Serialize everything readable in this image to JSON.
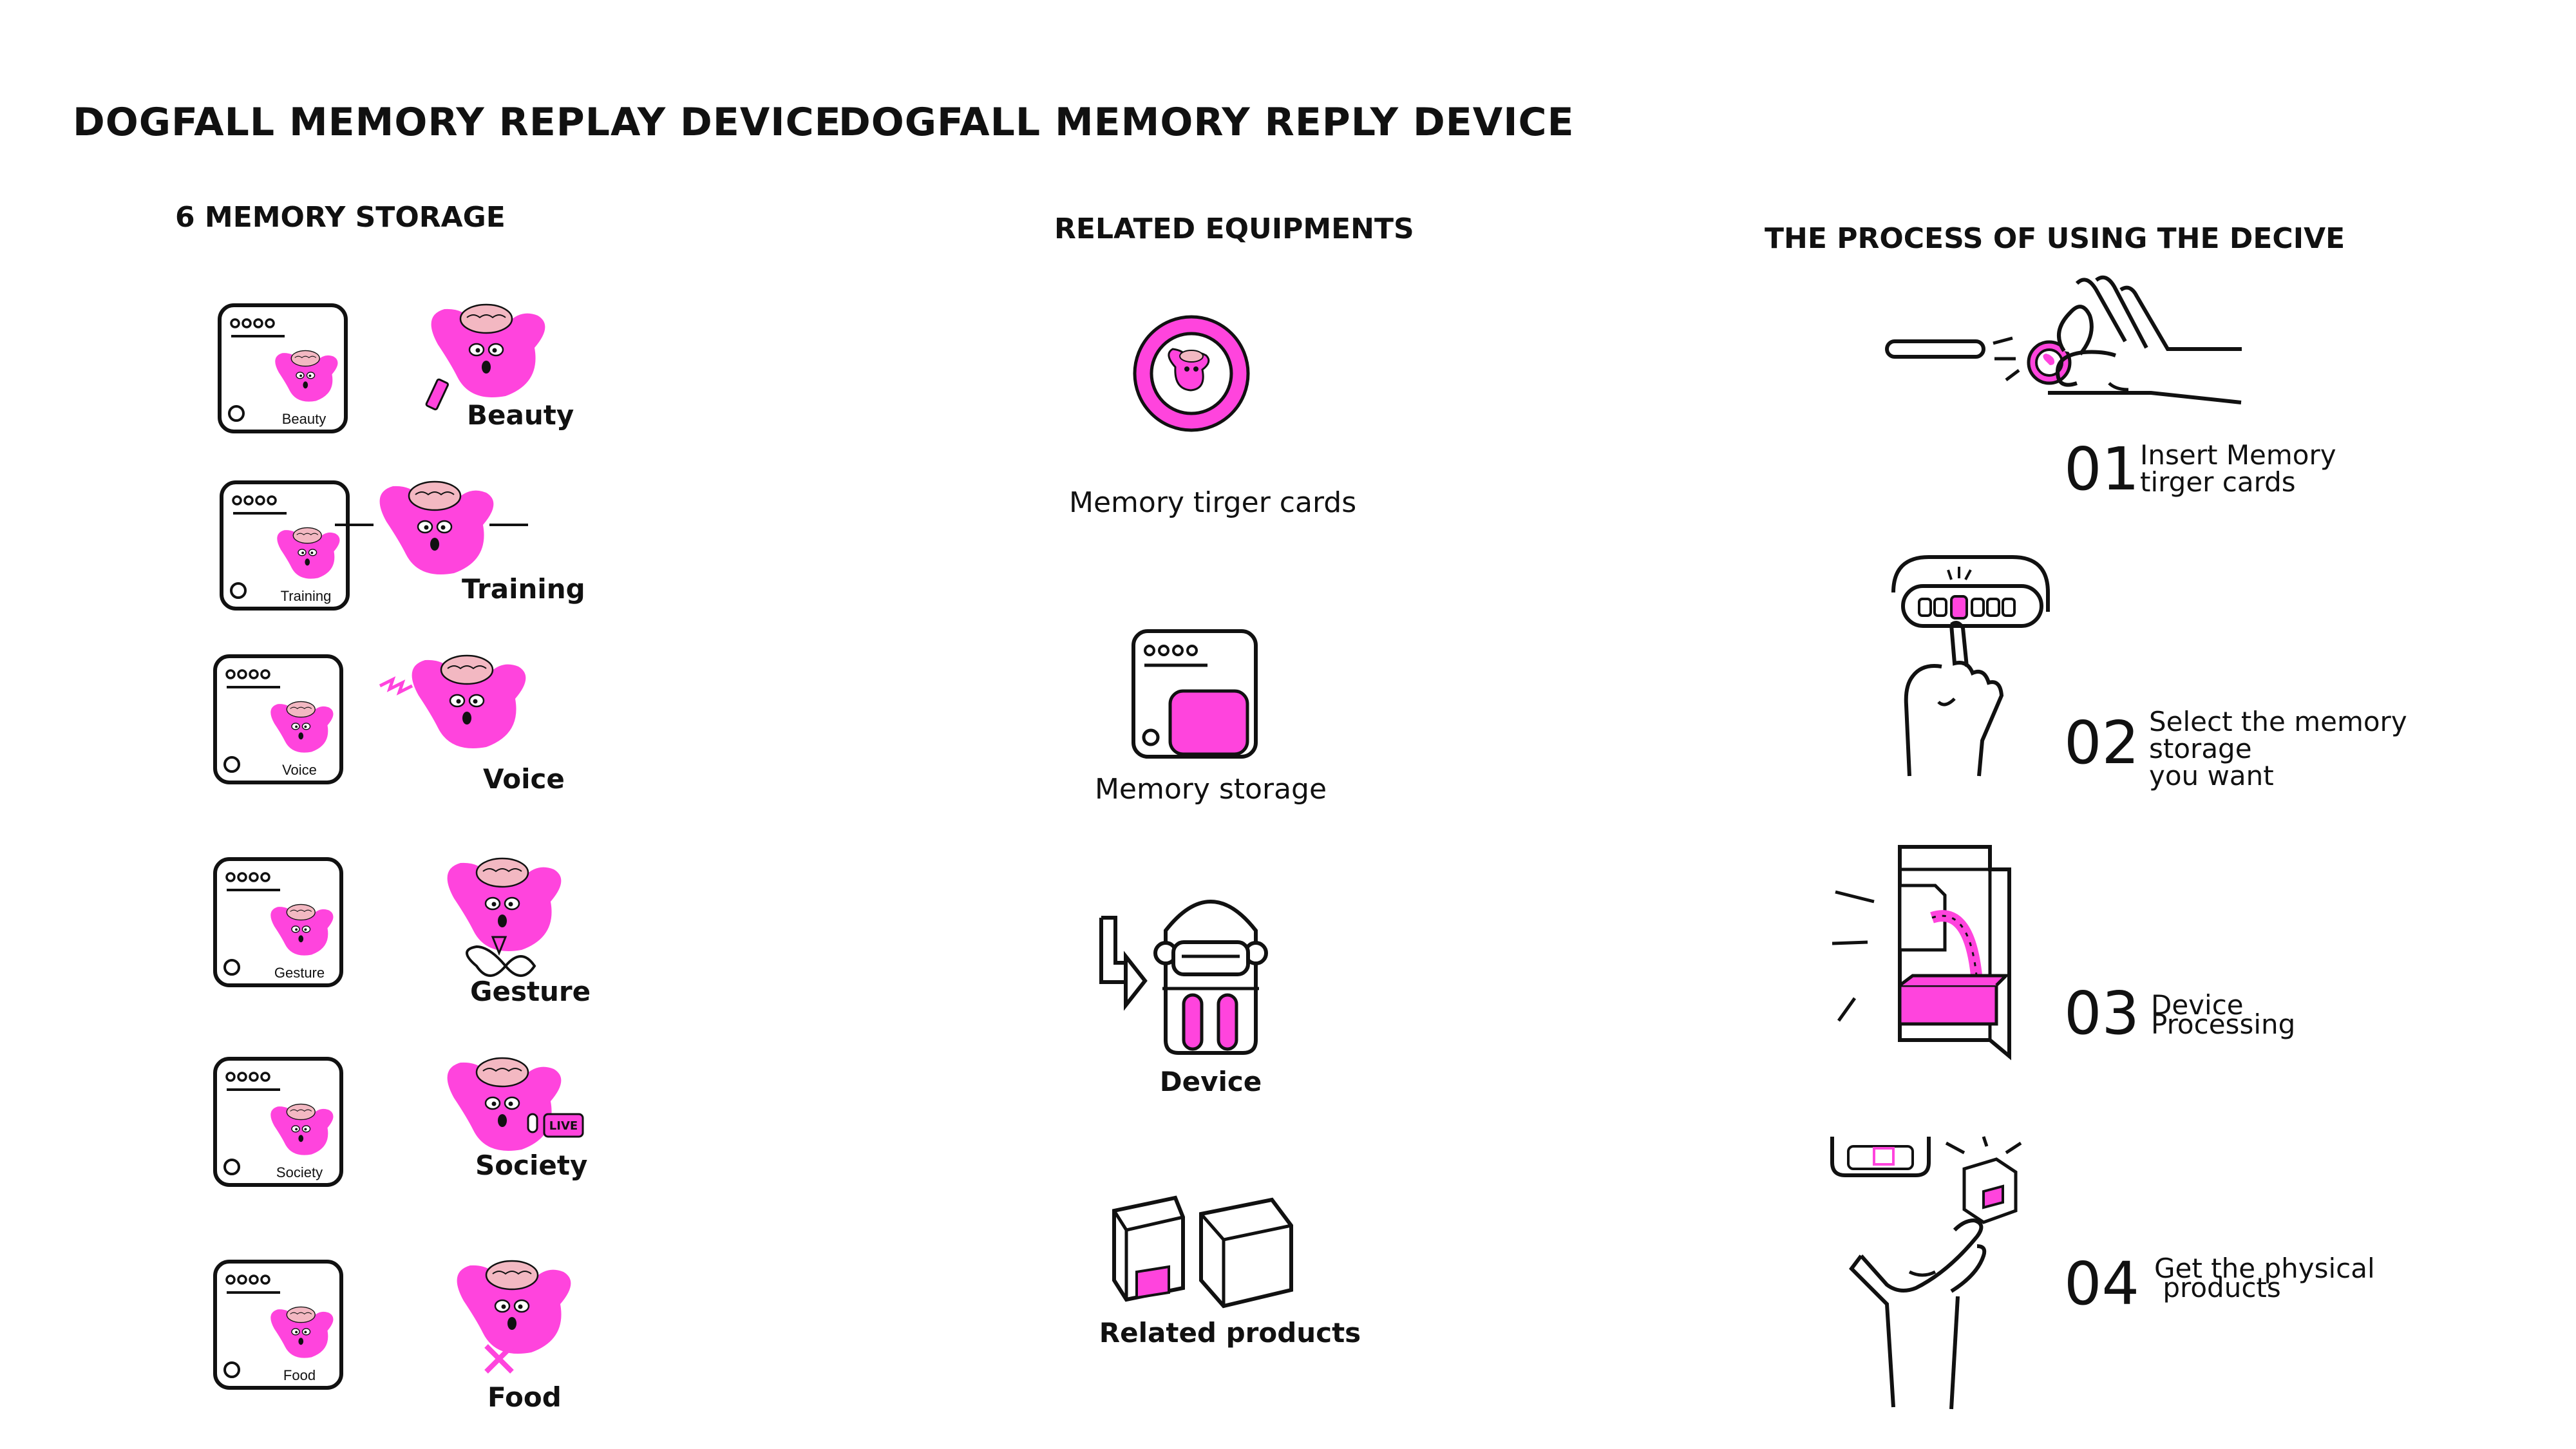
{
  "left": {
    "title": "DOGFALL MEMORY REPLAY DEVICE",
    "subtitle": "6 MEMORY STORAGE",
    "items": [
      {
        "label": "Beauty",
        "card_label": "Beauty"
      },
      {
        "label": "Training",
        "card_label": "Training"
      },
      {
        "label": "Voice",
        "card_label": "Voice"
      },
      {
        "label": "Gesture",
        "card_label": "Gesture"
      },
      {
        "label": "Society",
        "card_label": "Society"
      },
      {
        "label": "Food",
        "card_label": "Food"
      }
    ],
    "live_badge": "LIVE"
  },
  "middle": {
    "title": "DOGFALL MEMORY REPLY DEVICE",
    "subtitle": "RELATED EQUIPMENTS",
    "equipments": [
      {
        "label": "Memory tirger cards"
      },
      {
        "label": "Memory storage"
      },
      {
        "label": "Device"
      },
      {
        "label": "Related products"
      }
    ]
  },
  "right": {
    "subtitle": "THE PROCESS OF USING THE DECIVE",
    "steps": [
      {
        "number": "01",
        "lines": [
          "Insert Memory",
          "tirger cards"
        ]
      },
      {
        "number": "02",
        "lines": [
          "Select the memory",
          "storage",
          "you want"
        ]
      },
      {
        "number": "03",
        "lines": [
          "Device",
          "Processing"
        ]
      },
      {
        "number": "04",
        "lines": [
          "Get the physical",
          " products"
        ]
      }
    ]
  },
  "colors": {
    "accent": "#ff44dd",
    "ink": "#111111",
    "brain": "#f3b8c2"
  }
}
